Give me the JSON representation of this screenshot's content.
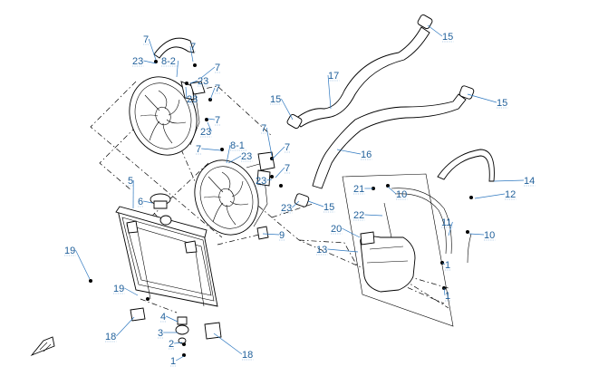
{
  "callouts": [
    {
      "id": "c7a",
      "text": "7"
    },
    {
      "id": "c23a",
      "text": "23"
    },
    {
      "id": "c82",
      "text": "8-2"
    },
    {
      "id": "c7b",
      "text": "7"
    },
    {
      "id": "c7c",
      "text": "7"
    },
    {
      "id": "c23b",
      "text": "23"
    },
    {
      "id": "c23c",
      "text": "23"
    },
    {
      "id": "c7d",
      "text": "7"
    },
    {
      "id": "c7e",
      "text": "7"
    },
    {
      "id": "c23d",
      "text": "23"
    },
    {
      "id": "c7f",
      "text": "7"
    },
    {
      "id": "c81",
      "text": "8-1"
    },
    {
      "id": "c23e",
      "text": "23"
    },
    {
      "id": "c7g",
      "text": "7"
    },
    {
      "id": "c7h",
      "text": "7"
    },
    {
      "id": "c7i",
      "text": "7"
    },
    {
      "id": "c23f",
      "text": "23"
    },
    {
      "id": "c23g",
      "text": "23"
    },
    {
      "id": "c15a",
      "text": "15"
    },
    {
      "id": "c17",
      "text": "17"
    },
    {
      "id": "c15b",
      "text": "15"
    },
    {
      "id": "c15c",
      "text": "15"
    },
    {
      "id": "c16",
      "text": "16"
    },
    {
      "id": "c15d",
      "text": "15"
    },
    {
      "id": "c14",
      "text": "14"
    },
    {
      "id": "c12",
      "text": "12"
    },
    {
      "id": "c21",
      "text": "21"
    },
    {
      "id": "c10a",
      "text": "10"
    },
    {
      "id": "c22",
      "text": "22"
    },
    {
      "id": "c11",
      "text": "11"
    },
    {
      "id": "c10b",
      "text": "10"
    },
    {
      "id": "c20",
      "text": "20"
    },
    {
      "id": "c13",
      "text": "13"
    },
    {
      "id": "c1a",
      "text": "1"
    },
    {
      "id": "c1b",
      "text": "1"
    },
    {
      "id": "c5",
      "text": "5"
    },
    {
      "id": "c6",
      "text": "6"
    },
    {
      "id": "c9",
      "text": "9"
    },
    {
      "id": "c19a",
      "text": "19"
    },
    {
      "id": "c19b",
      "text": "19"
    },
    {
      "id": "c18a",
      "text": "18"
    },
    {
      "id": "c4",
      "text": "4"
    },
    {
      "id": "c3",
      "text": "3"
    },
    {
      "id": "c2",
      "text": "2"
    },
    {
      "id": "c1c",
      "text": "1"
    },
    {
      "id": "c18b",
      "text": "18"
    }
  ]
}
